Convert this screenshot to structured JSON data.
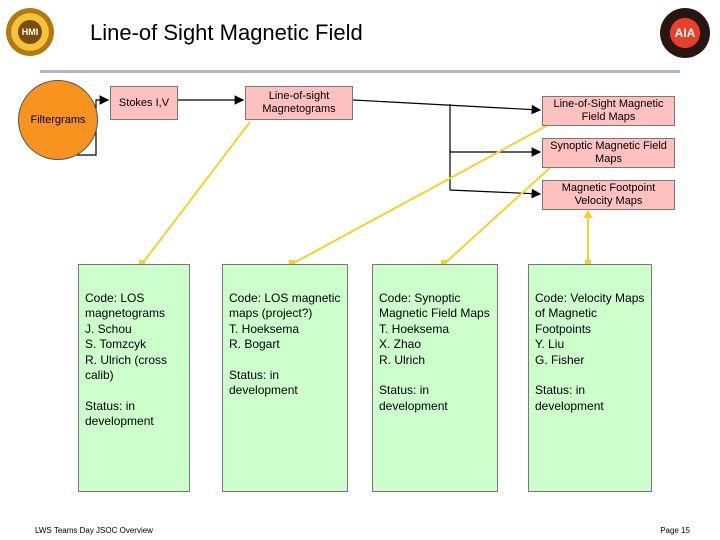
{
  "title": "Line-of Sight Magnetic Field",
  "nodes": {
    "filtergrams": "Filtergrams",
    "stokes": "Stokes I,V",
    "los_magnetograms": "Line-of-sight Magnetograms",
    "los_field_maps": "Line-of-Sight Magnetic Field Maps",
    "synoptic_maps": "Synoptic Magnetic Field Maps",
    "footpoint_maps": "Magnetic Footpoint Velocity Maps"
  },
  "cards": [
    {
      "code": "Code: LOS magnetograms\nJ. Schou\nS. Tomzcyk\nR. Ulrich (cross calib)",
      "status": "Status: in development"
    },
    {
      "code": "Code: LOS magnetic maps (project?)\nT. Hoeksema\nR. Bogart",
      "status": "Status: in development"
    },
    {
      "code": "Code: Synoptic Magnetic Field Maps\n T. Hoeksema\nX. Zhao\nR. Ulrich",
      "status": "Status: in development"
    },
    {
      "code": "Code: Velocity Maps of Magnetic Footpoints\nY. Liu\nG. Fisher",
      "status": "Status: in development"
    }
  ],
  "footer": {
    "left": "LWS Teams Day JSOC Overview",
    "right": "Page 15"
  },
  "logos": {
    "left": "HMI",
    "right": "AIA"
  },
  "colors": {
    "node_fill": "#ffc0c0",
    "card_fill": "#ccffcc",
    "source_fill": "#f7931e",
    "connector": "#f5d130"
  }
}
